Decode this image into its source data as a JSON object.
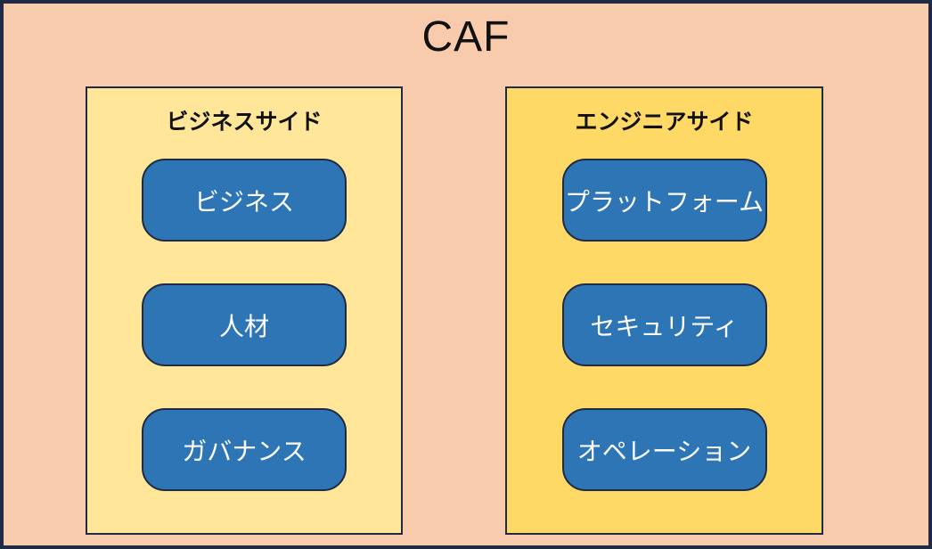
{
  "title": "CAF",
  "panels": [
    {
      "id": "business-side",
      "title": "ビジネスサイド",
      "items": [
        "ビジネス",
        "人材",
        "ガバナンス"
      ]
    },
    {
      "id": "engineer-side",
      "title": "エンジニアサイド",
      "items": [
        "プラットフォーム",
        "セキュリティ",
        "オペレーション"
      ]
    }
  ],
  "colors": {
    "outer_background": "#F8CBAD",
    "business_panel_background": "#FFE699",
    "engineer_panel_background": "#FFD966",
    "node_fill": "#2E75B6",
    "node_text": "#FFFFFF",
    "border": "#1F2A44",
    "title_text": "#111111"
  }
}
